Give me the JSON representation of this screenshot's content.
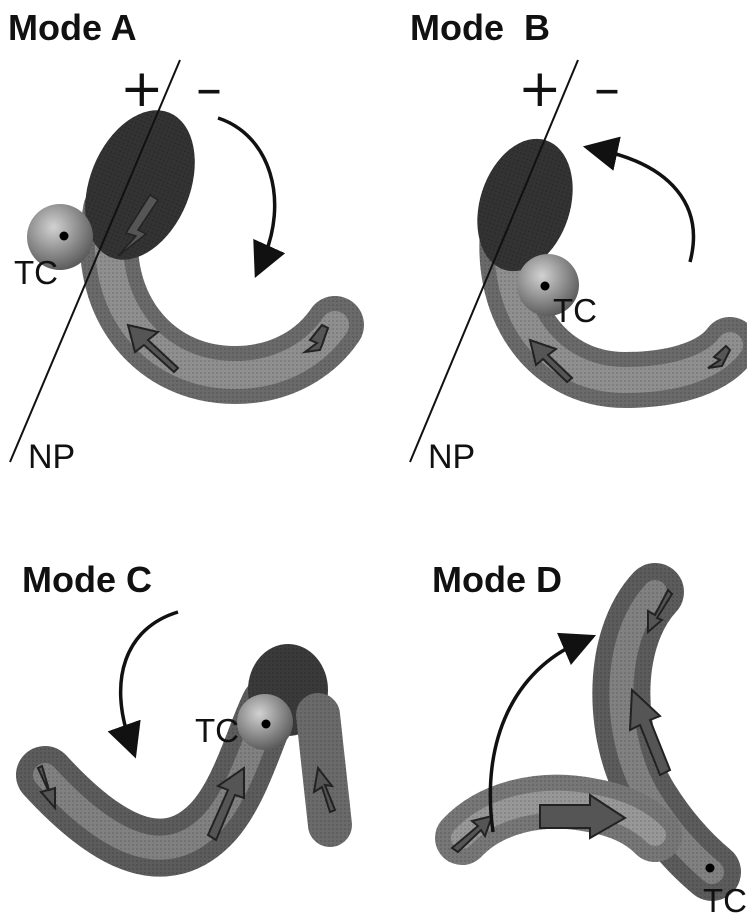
{
  "panels": [
    {
      "title": "Mode A",
      "plus": "+",
      "minus": "–",
      "tc": "TC",
      "np": "NP"
    },
    {
      "title": "Mode  B",
      "plus": "+",
      "minus": "–",
      "tc": "TC",
      "np": "NP"
    },
    {
      "title": "Mode C",
      "tc": "TC"
    },
    {
      "title": "Mode D",
      "tc": "TC"
    }
  ]
}
